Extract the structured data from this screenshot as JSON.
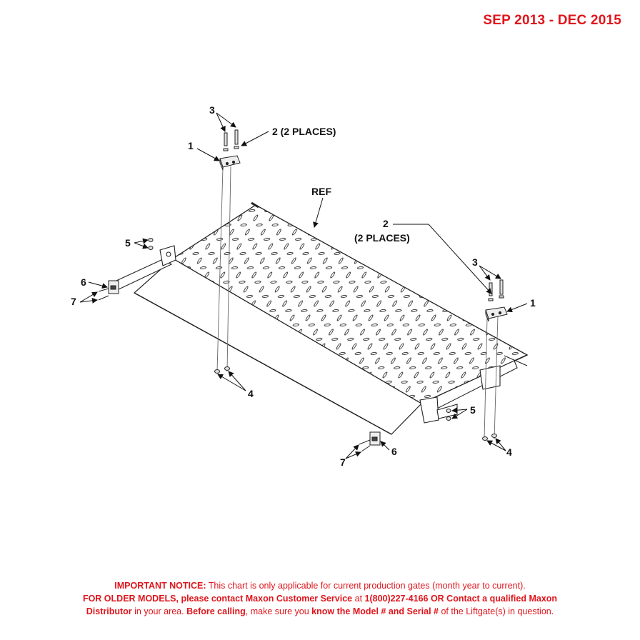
{
  "header": {
    "date_range": "SEP 2013 - DEC 2015"
  },
  "callouts": {
    "item_1": "1",
    "item_2": "2",
    "item_2_places": "2 (2 PLACES)",
    "item_2_places_sub": "(2 PLACES)",
    "item_3": "3",
    "item_4": "4",
    "item_5": "5",
    "item_6": "6",
    "item_7": "7",
    "ref": "REF"
  },
  "notice": {
    "line1_bold": "IMPORTANT NOTICE:",
    "line1_rest": " This chart is only applicable for current production gates (month year to current).",
    "line2_bold_a": "FOR OLDER MODELS, please contact Maxon Customer Service",
    "line2_mid": " at ",
    "line2_bold_b": "1(800)227-4166 OR Contact a qualified Maxon",
    "line3_bold_a": "Distributor",
    "line3_mid_a": " in your area. ",
    "line3_bold_b": "Before calling",
    "line3_mid_b": ", make sure you ",
    "line3_bold_c": "know the Model # and Serial #",
    "line3_rest": " of the Liftgate(s) in question."
  }
}
